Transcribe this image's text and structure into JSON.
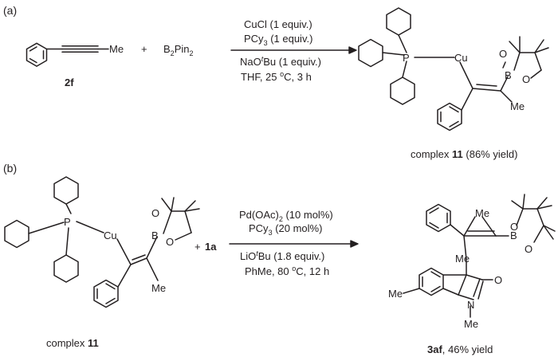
{
  "panel_a": {
    "label": "(a)",
    "reactant_sub_me": "Me",
    "reactant_id": "2f",
    "plus": "+",
    "b2pin2": {
      "b": "B",
      "sub1": "2",
      "pin": "Pin",
      "sub2": "2"
    },
    "conditions": {
      "line1": "CuCl (1 equiv.)",
      "line2": {
        "main": "PCy",
        "sub": "3",
        "rest": " (1 equiv.)"
      },
      "line3": {
        "main": "NaO",
        "ital": "t",
        "rest": "Bu (1 equiv.)"
      },
      "line4": {
        "main": "THF, 25 ",
        "sup": "o",
        "rest": "C, 3 h"
      }
    },
    "product_atoms": {
      "p": "P",
      "cu": "Cu",
      "o1": "O",
      "o2": "O",
      "b": "B",
      "me": "Me"
    },
    "product_caption": {
      "prefix": "complex ",
      "id": "11",
      "suffix": " (86% yield)"
    }
  },
  "panel_b": {
    "label": "(b)",
    "reactant_atoms": {
      "p": "P",
      "cu": "Cu",
      "o1": "O",
      "o2": "O",
      "b": "B",
      "me": "Me"
    },
    "reactant_caption": {
      "prefix": "complex ",
      "id": "11"
    },
    "plus": "+",
    "coreactant": "1a",
    "conditions": {
      "line1": {
        "main": "Pd(OAc)",
        "sub": "2",
        "rest": " (10 mol%)"
      },
      "line2": {
        "main": "PCy",
        "sub": "3",
        "rest": " (20 mol%)"
      },
      "line3": {
        "main": "LiO",
        "ital": "t",
        "rest": "Bu (1.8 equiv.)"
      },
      "line4": {
        "main": "PhMe, 80 ",
        "sup": "o",
        "rest": "C, 12 h"
      }
    },
    "product_atoms": {
      "me_top": "Me",
      "b": "B",
      "o1": "O",
      "o2": "O",
      "me_quat": "Me",
      "o_carbonyl": "O",
      "me_aryl": "Me",
      "n": "N",
      "me_n": "Me"
    },
    "product_caption": {
      "id": "3af",
      "suffix": ", 46% yield"
    }
  }
}
